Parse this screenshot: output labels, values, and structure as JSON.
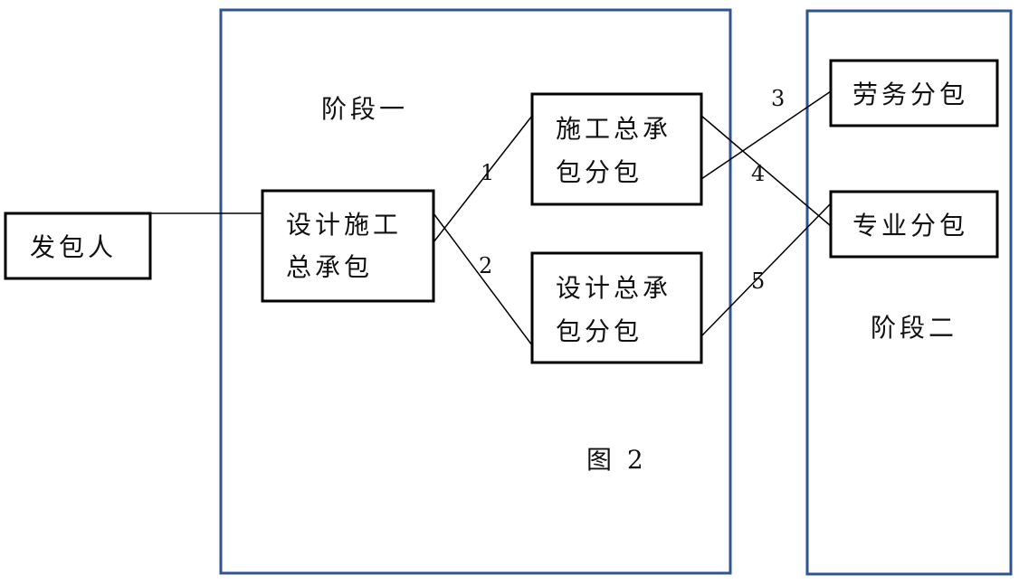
{
  "stages": {
    "stage1_label": "阶段一",
    "stage2_label": "阶段二"
  },
  "nodes": {
    "employer": "发包人",
    "dc_line1": "设计施工",
    "dc_line2": "总承包",
    "cg_line1": "施工总承",
    "cg_line2": "包分包",
    "dg_line1": "设计总承",
    "dg_line2": "包分包",
    "labor": "劳务分包",
    "specialty": "专业分包"
  },
  "edges": {
    "e1": "1",
    "e2": "2",
    "e3": "3",
    "e4": "4",
    "e5": "5"
  },
  "caption": "图 2",
  "colors": {
    "stage_border": "#2f5496",
    "node_border": "#000000"
  }
}
